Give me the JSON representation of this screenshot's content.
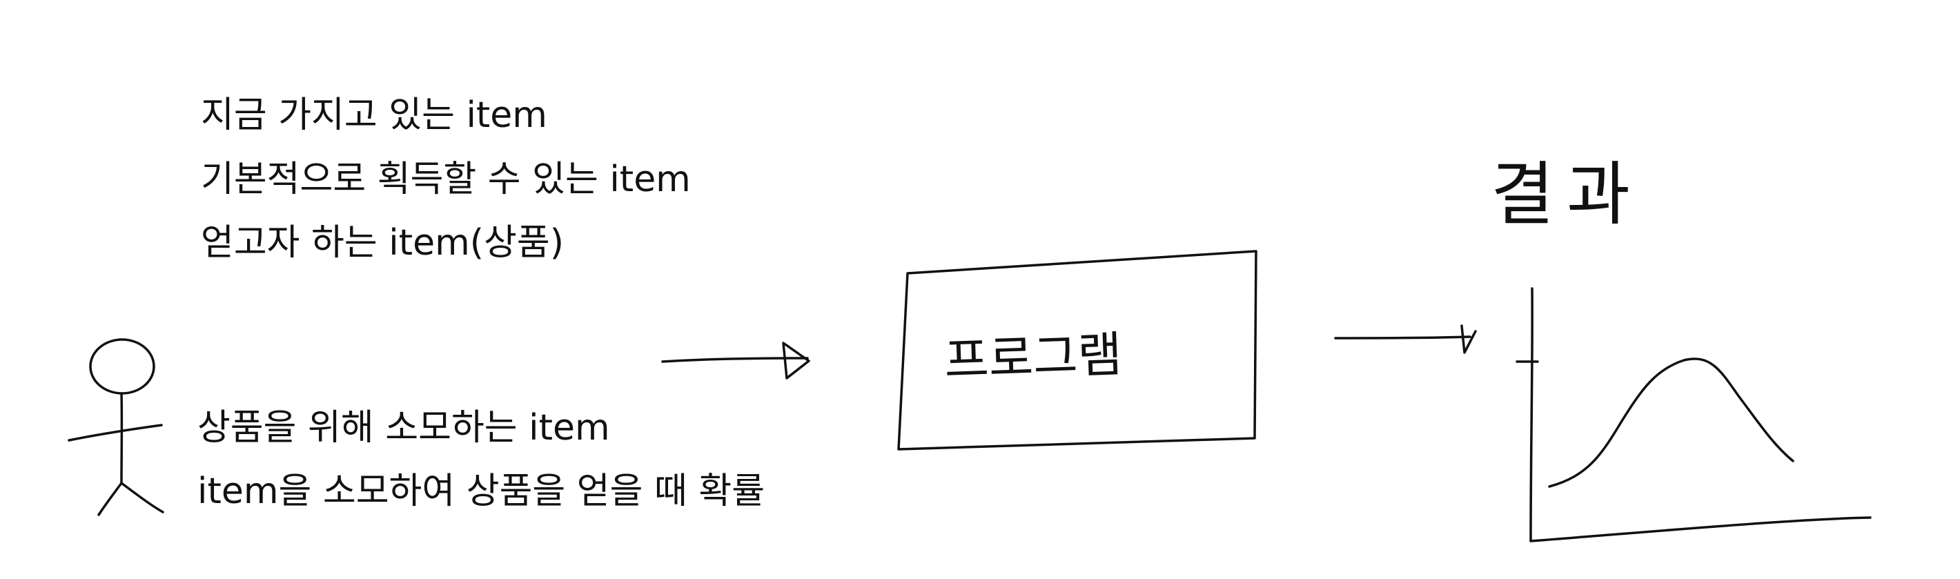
{
  "top_inputs": [
    "지금 가지고 있는 item",
    "기본적으로 획득할 수 있는 item",
    "얻고자 하는 item(상품)"
  ],
  "bottom_inputs": [
    "상품을 위해 소모하는 item",
    "item을 소모하여 상품을 얻을 때 확률"
  ],
  "program_label": "프로그램",
  "result_label": "결과",
  "icons": {
    "user": "stick-figure-icon",
    "arrow": "right-arrow-icon",
    "result": "distribution-curve-icon"
  }
}
